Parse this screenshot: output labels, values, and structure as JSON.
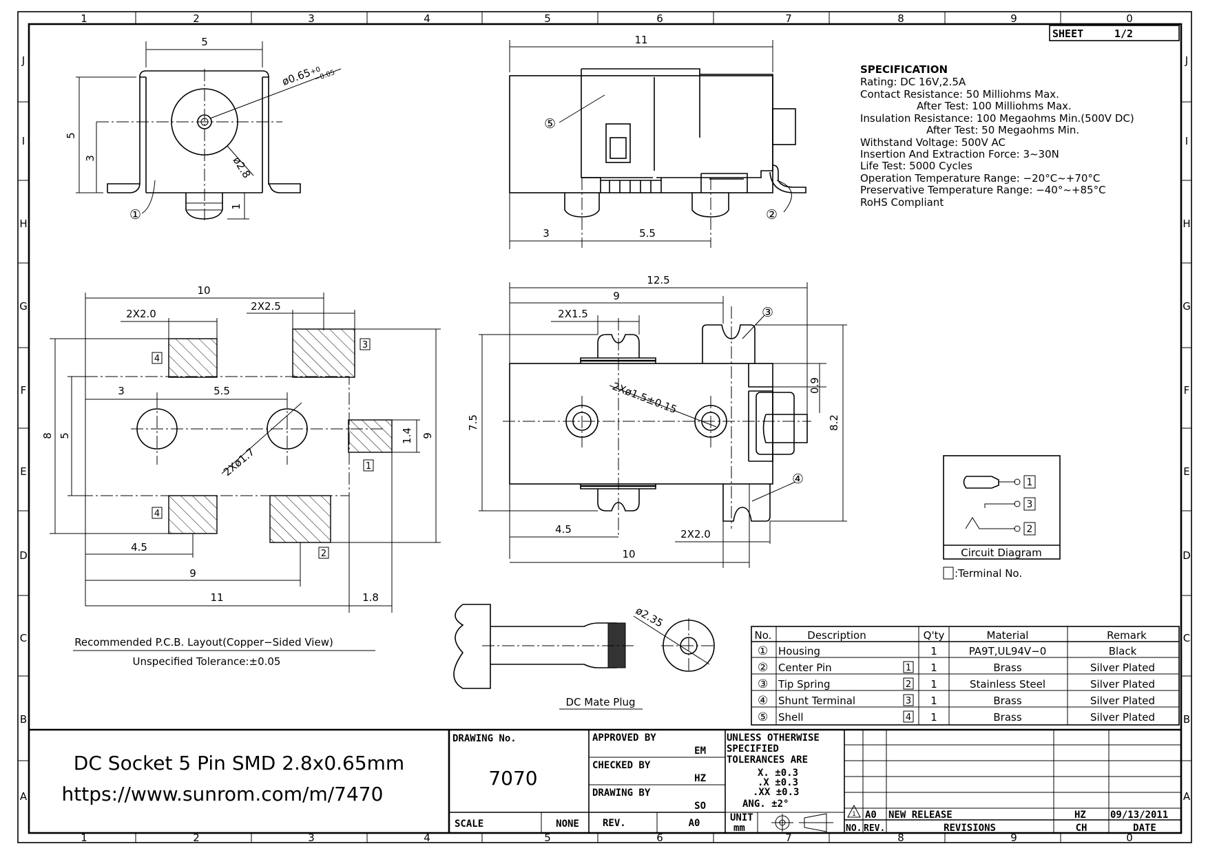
{
  "grid": {
    "cols": [
      "1",
      "2",
      "3",
      "4",
      "5",
      "6",
      "7",
      "8",
      "9",
      "0"
    ],
    "rows": [
      "J",
      "I",
      "H",
      "G",
      "F",
      "E",
      "D",
      "C",
      "B",
      "A"
    ]
  },
  "sheet": {
    "label": "SHEET",
    "value": "1/2"
  },
  "spec": {
    "title": "SPECIFICATION",
    "lines": [
      "Rating: DC  16V,2.5A",
      "Contact  Resistance: 50  Milliohms  Max.",
      "After  Test: 100  Milliohms  Max.",
      "Insulation  Resistance: 100  Megaohms  Min.(500V  DC)",
      "After  Test: 50  Megaohms  Min.",
      "Withstand  Voltage: 500V  AC",
      "Insertion  And  Extraction  Force: 3~30N",
      "Life  Test: 5000  Cycles",
      "Operation  Temperature  Range: −20°C~+70°C",
      "Preservative  Temperature  Range: −40°~+85°C",
      "RoHS  Compliant"
    ]
  },
  "front_view": {
    "d_w": "5",
    "d_h": "5",
    "d_3": "3",
    "d_1": "1",
    "pin_dia": "ø0.65",
    "pin_tol_up": "+0",
    "pin_tol_dn": "−0.05",
    "bore": "ø2.8",
    "callout": "①"
  },
  "side_view": {
    "d_11": "11",
    "d_3": "3",
    "d_55": "5.5",
    "callout5": "⑤",
    "callout2": "②"
  },
  "pcb": {
    "d_10": "10",
    "d_2x20": "2X2.0",
    "d_2x25": "2X2.5",
    "d_3": "3",
    "d_55": "5.5",
    "d_8": "8",
    "d_5": "5",
    "d_14": "1.4",
    "d_9v": "9",
    "d_2x17": "2Xø1.7",
    "d_45": "4.5",
    "d_9": "9",
    "d_11": "11",
    "d_18": "1.8",
    "pad4a": "4",
    "pad3": "3",
    "pad1": "1",
    "pad4b": "4",
    "pad2": "2",
    "caption": "Recommended  P.C.B.  Layout(Copper−Sided  View)",
    "tolerance": "Unspecified  Tolerance:±0.05"
  },
  "bottom_view": {
    "d_125": "12.5",
    "d_9": "9",
    "d_2x15": "2X1.5",
    "d_75": "7.5",
    "d_09": "0.9",
    "d_82": "8.2",
    "d_holes": "2Xø1.5±0.15",
    "d_45": "4.5",
    "d_2x20": "2X2.0",
    "d_10": "10",
    "callout3": "③",
    "callout4": "④"
  },
  "plug": {
    "dia": "ø2.35",
    "caption": "DC  Mate  Plug"
  },
  "circuit": {
    "t1": "1",
    "t3": "3",
    "t2": "2",
    "caption": "Circuit  Diagram",
    "legend": ":Terminal  No."
  },
  "bom": {
    "headers": [
      "No.",
      "Description",
      "Q'ty",
      "Material",
      "Remark"
    ],
    "rows": [
      {
        "no": "①",
        "desc": "Housing",
        "term": "",
        "qty": "1",
        "mat": "PA9T,UL94V−0",
        "rem": "Black"
      },
      {
        "no": "②",
        "desc": "Center  Pin",
        "term": "1",
        "qty": "1",
        "mat": "Brass",
        "rem": "Silver  Plated"
      },
      {
        "no": "③",
        "desc": "Tip  Spring",
        "term": "2",
        "qty": "1",
        "mat": "Stainless  Steel",
        "rem": "Silver  Plated"
      },
      {
        "no": "④",
        "desc": "Shunt  Terminal",
        "term": "3",
        "qty": "1",
        "mat": "Brass",
        "rem": "Silver  Plated"
      },
      {
        "no": "⑤",
        "desc": "Shell",
        "term": "4",
        "qty": "1",
        "mat": "Brass",
        "rem": "Silver  Plated"
      }
    ]
  },
  "title_block": {
    "title": "DC Socket 5 Pin SMD 2.8x0.65mm",
    "url": "https://www.sunrom.com/m/7470",
    "drawing_no_label": "DRAWING  No.",
    "drawing_no": "7070",
    "scale_label": "SCALE",
    "scale": "NONE",
    "approved_label": "APPROVED  BY",
    "approved": "EM",
    "checked_label": "CHECKED  BY",
    "checked": "HZ",
    "drawn_label": "DRAWING  BY",
    "drawn": "SO",
    "rev_label": "REV.",
    "rev": "A0",
    "tol_lines": [
      "UNLESS  OTHERWISE",
      "SPECIFIED",
      "TOLERANCES  ARE"
    ],
    "tol_x": "X.    ±0.3",
    "tol_xx": ".X    ±0.3",
    "tol_xxx": ".XX   ±0.3",
    "tol_ang": "ANG.   ±2°",
    "unit_label": "UNIT",
    "unit": "mm",
    "rev_row": {
      "sym": "1",
      "rev": "A0",
      "desc": "NEW  RELEASE",
      "ch": "HZ",
      "date": "09/13/2011"
    },
    "rev_headers": [
      "NO.",
      "REV.",
      "REVISIONS",
      "CH",
      "DATE"
    ]
  }
}
